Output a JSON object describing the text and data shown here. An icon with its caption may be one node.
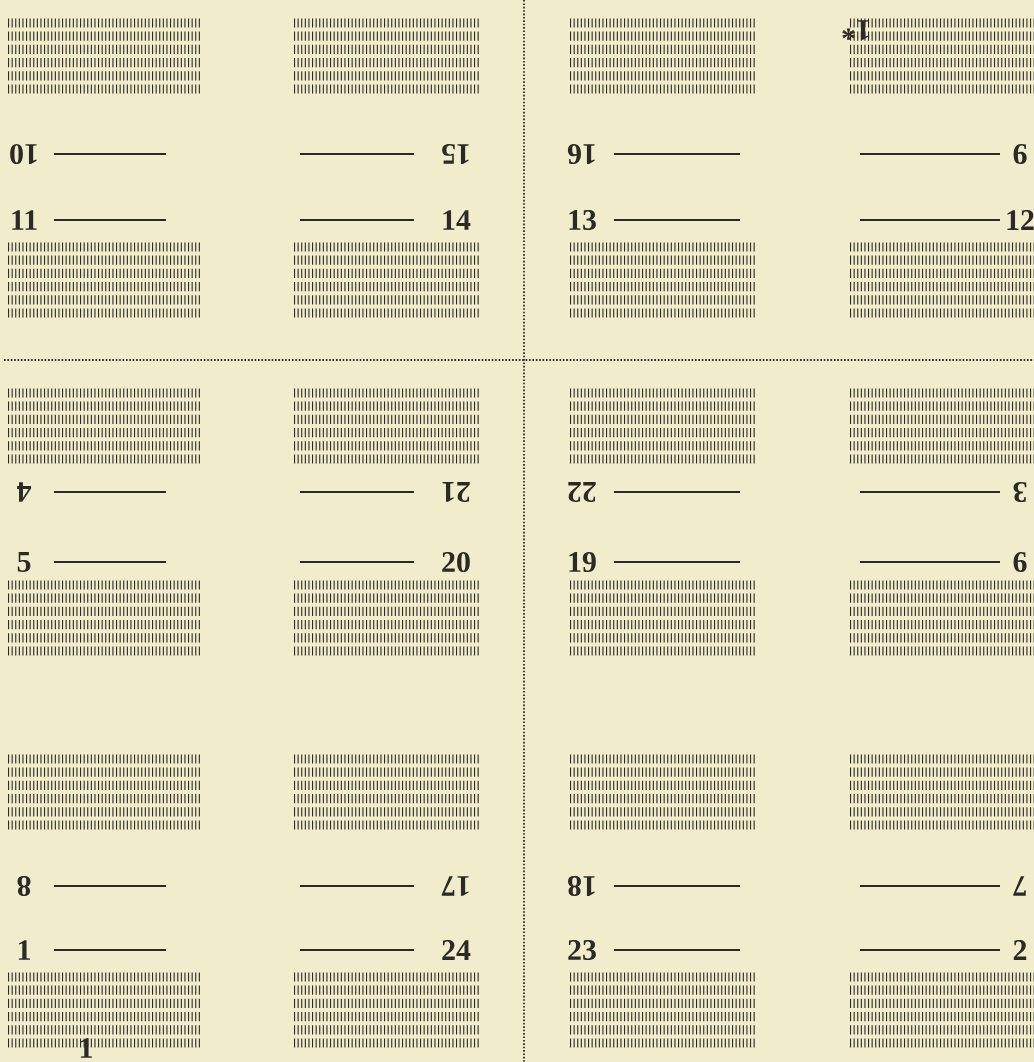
{
  "diagram": {
    "labels": [
      "1*",
      "10",
      "15",
      "16",
      "9",
      "11",
      "14",
      "13",
      "12",
      "4",
      "21",
      "22",
      "3",
      "5",
      "20",
      "19",
      "6",
      "8",
      "17",
      "18",
      "7",
      "1",
      "24",
      "23",
      "2",
      "1"
    ]
  }
}
